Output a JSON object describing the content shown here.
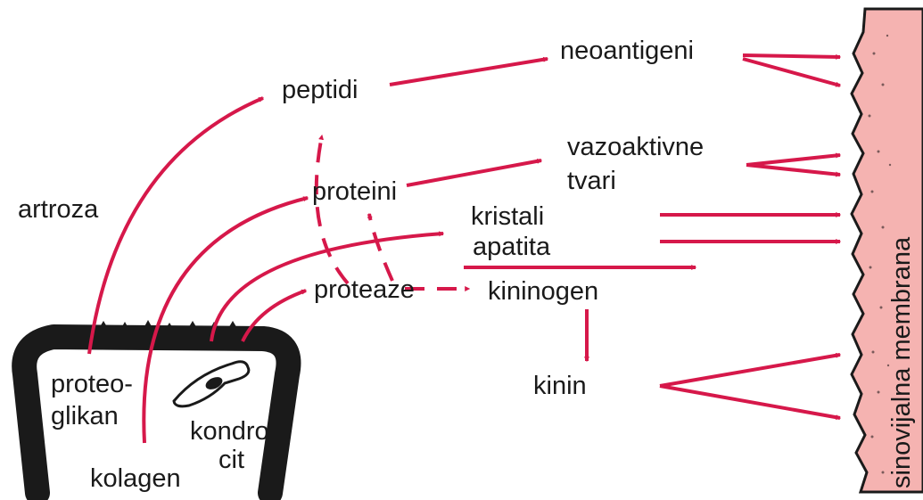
{
  "labels": {
    "peptidi": "peptidi",
    "neoantigeni": "neoantigeni",
    "vazoaktivne": "vazoaktivne",
    "tvari": "tvari",
    "proteini": "proteini",
    "artroza": "artroza",
    "kristali": "kristali",
    "apatita": "apatita",
    "proteaze": "proteaze",
    "kininogen": "kininogen",
    "kinin": "kinin",
    "proteo": "proteo-",
    "glikan": "glikan",
    "kondro": "kondro-",
    "cit": "cit",
    "kolagen": "kolagen",
    "membrana": "sinovijalna membrana"
  },
  "colors": {
    "arrow": "#d6184a",
    "membrane": "#f5b3b1",
    "cartilage": "#1a1a1a",
    "text": "#1a1a1a"
  }
}
